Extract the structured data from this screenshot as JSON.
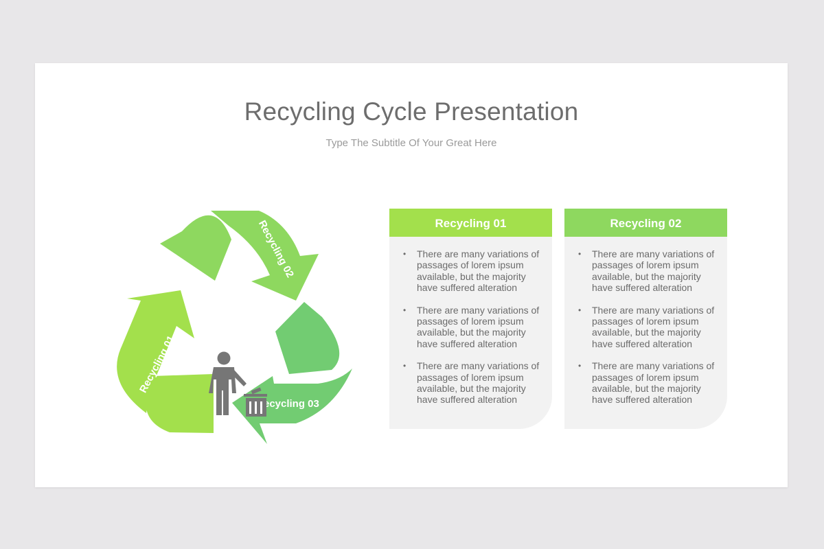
{
  "slide": {
    "title": "Recycling Cycle Presentation",
    "subtitle": "Type The Subtitle Of Your Great Here"
  },
  "cycle": {
    "labels": [
      "Recycling 01",
      "Recycling 02",
      "Recycling 03"
    ],
    "center_icon": "person-trash-icon",
    "colors": {
      "light_green": "#a3e04c",
      "mid_green": "#8ed85f",
      "dark_green": "#72cc72",
      "icon_gray": "#767676"
    }
  },
  "cards": [
    {
      "title": "Recycling 01",
      "items": [
        "There are many variations of passages of lorem ipsum available, but the majority have suffered alteration",
        "There are many variations of passages of lorem ipsum available, but the majority have suffered alteration",
        "There are many variations of passages of lorem ipsum available, but the majority have suffered alteration"
      ]
    },
    {
      "title": "Recycling 02",
      "items": [
        "There are many variations of passages of lorem ipsum available, but the majority have suffered alteration",
        "There are many variations of passages of lorem ipsum available, but the majority have suffered alteration",
        "There are many variations of passages of lorem ipsum available, but the majority have suffered alteration"
      ]
    }
  ]
}
